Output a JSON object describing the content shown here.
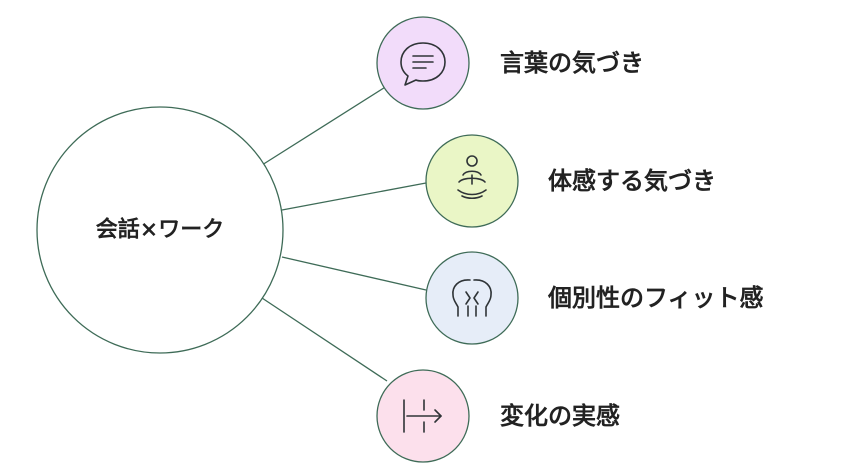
{
  "hub": {
    "label": "会話×ワーク"
  },
  "nodes": [
    {
      "label": "言葉の気づき",
      "icon": "speech-bubble-icon",
      "fill": "#f2dcfa"
    },
    {
      "label": "体感する気づき",
      "icon": "meditation-icon",
      "fill": "#eaf6c6"
    },
    {
      "label": "個別性のフィット感",
      "icon": "two-heads-icon",
      "fill": "#e6edf8"
    },
    {
      "label": "変化の実感",
      "icon": "split-arrow-icon",
      "fill": "#fce0ec"
    }
  ],
  "colors": {
    "line": "#3e6b57",
    "text": "#222222",
    "icon": "#2f3437"
  }
}
